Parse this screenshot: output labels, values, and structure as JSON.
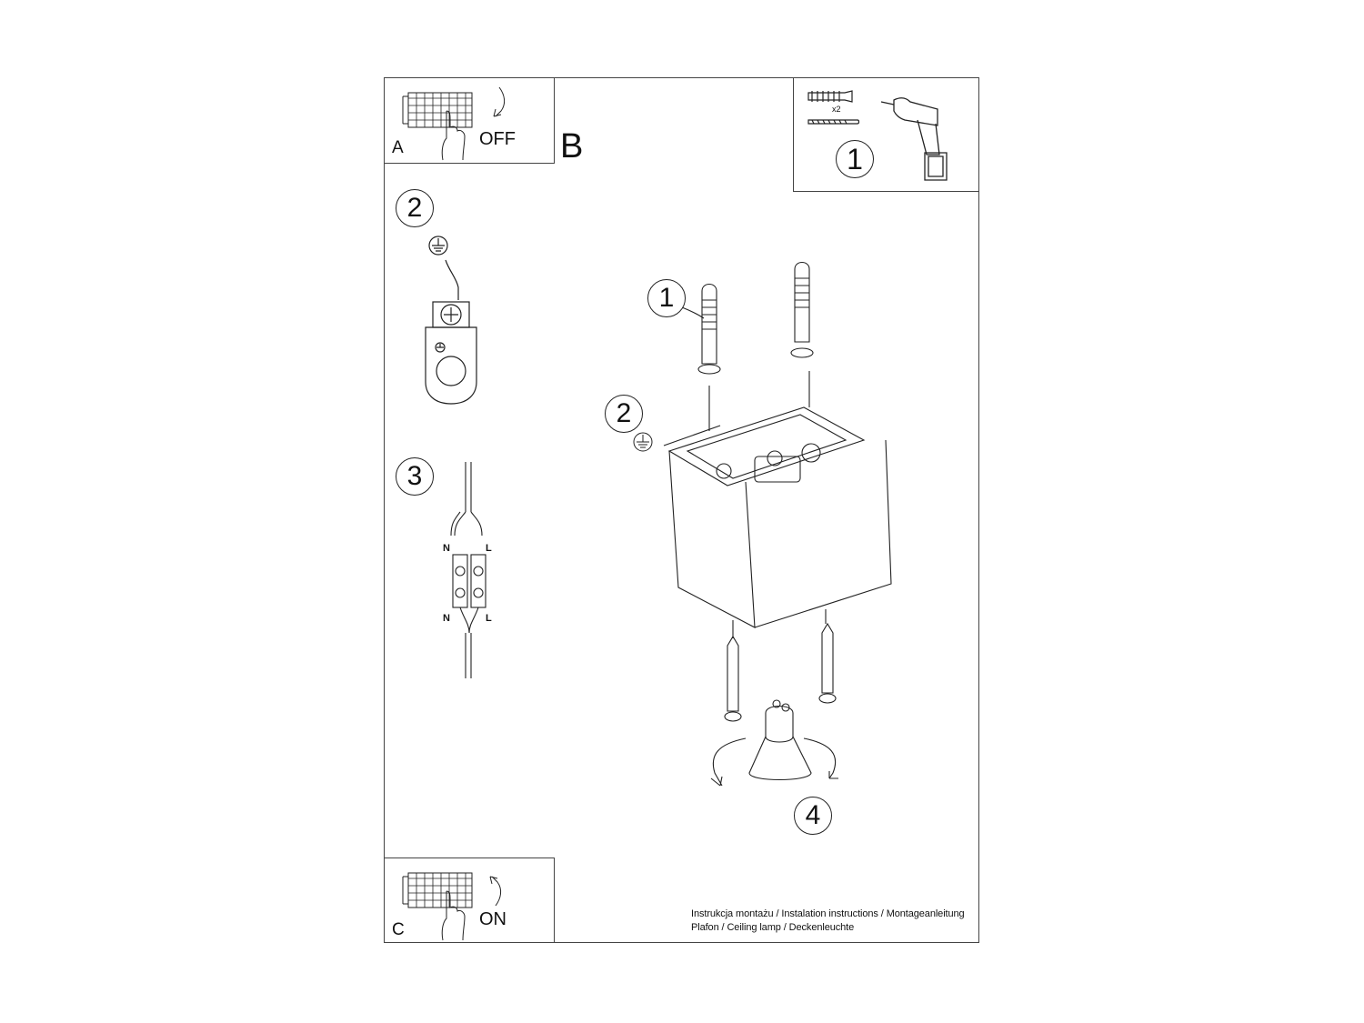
{
  "sections": {
    "a": {
      "letter": "A",
      "action": "OFF"
    },
    "b": {
      "letter": "B"
    },
    "c": {
      "letter": "C",
      "action": "ON"
    }
  },
  "tools_box": {
    "quantity": "x2",
    "step": "1"
  },
  "steps": {
    "left_ground": "2",
    "left_connector": "3",
    "main_dowel": "1",
    "main_ground": "2",
    "main_bulb": "4"
  },
  "connector_labels": {
    "top_left": "N",
    "top_right": "L",
    "bottom_left": "N",
    "bottom_right": "L"
  },
  "footer": {
    "line1": "Instrukcja montażu / Instalation instructions / Montageanleitung",
    "line2": "Plafon / Ceiling lamp / Deckenleuchte"
  }
}
